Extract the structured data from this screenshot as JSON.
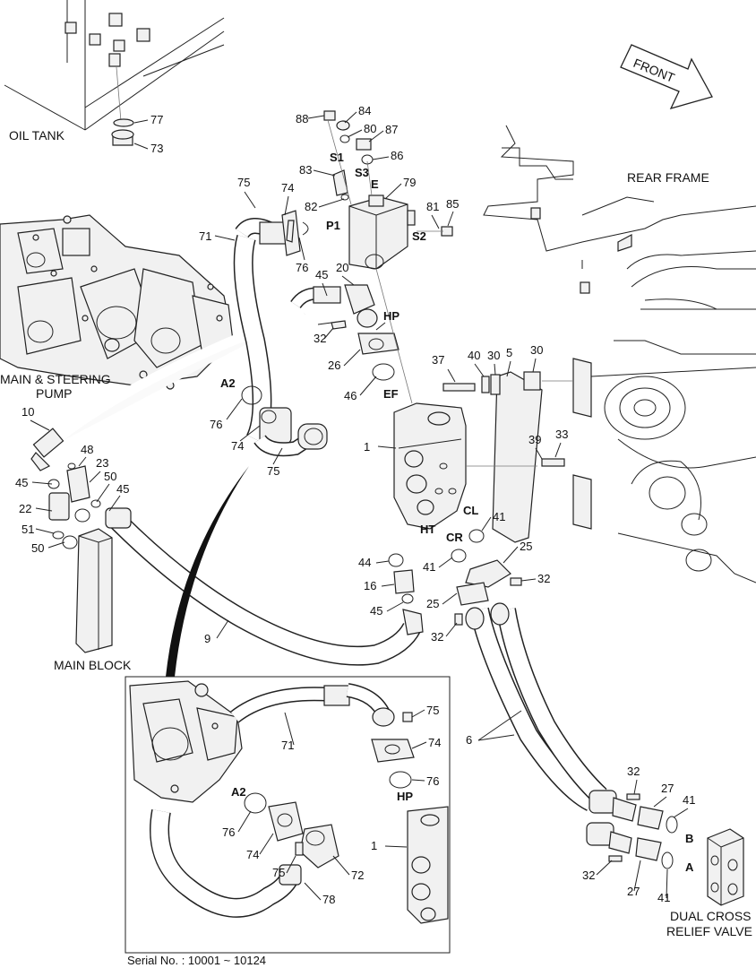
{
  "captions": {
    "oil_tank": "OIL TANK",
    "front": "FRONT",
    "rear_frame": "REAR FRAME",
    "main_steering_pump_1": "MAIN & STEERING",
    "main_steering_pump_2": "PUMP",
    "main_block": "MAIN BLOCK",
    "dual_cross_1": "DUAL CROSS",
    "dual_cross_2": "RELIEF VALVE",
    "serial": "Serial No. : 10001 ~ 10124"
  },
  "port_labels": {
    "S1": "S1",
    "S2": "S2",
    "S3": "S3",
    "E": "E",
    "P1": "P1",
    "HP": "HP",
    "A2": "A2",
    "EF": "EF",
    "CL": "CL",
    "HT": "HT",
    "CR": "CR",
    "B": "B",
    "A": "A",
    "HP_inset": "HP",
    "A2_inset": "A2"
  },
  "part_numbers": {
    "p77": "77",
    "p73": "73",
    "p88": "88",
    "p84": "84",
    "p80": "80",
    "p87": "87",
    "p86": "86",
    "p83": "83",
    "p79": "79",
    "p82": "82",
    "p81": "81",
    "p85": "85",
    "p75": "75",
    "p74": "74",
    "p71": "71",
    "p76": "76",
    "p45": "45",
    "p20": "20",
    "p32": "32",
    "p26": "26",
    "p46": "46",
    "p37": "37",
    "p40": "40",
    "p30a": "30",
    "p5": "5",
    "p30b": "30",
    "p76b": "76",
    "p74b": "74",
    "p75b": "75",
    "p10": "10",
    "p48": "48",
    "p23": "23",
    "p45b": "45",
    "p50": "50",
    "p45c": "45",
    "p22": "22",
    "p51": "51",
    "p50b": "50",
    "p1": "1",
    "p39": "39",
    "p33": "33",
    "p41": "41",
    "p25": "25",
    "p44": "44",
    "p41b": "41",
    "p32b": "32",
    "p16": "16",
    "p45d": "45",
    "p25b": "25",
    "p32c": "32",
    "p9": "9",
    "p6": "6",
    "p32d": "32",
    "p27": "27",
    "p41c": "41",
    "p32e": "32",
    "p27b": "27",
    "p41d": "41",
    "i75": "75",
    "i71": "71",
    "i74": "74",
    "i76": "76",
    "i76b": "76",
    "i74b": "74",
    "i75b": "75",
    "i72": "72",
    "i78": "78",
    "i1": "1"
  }
}
